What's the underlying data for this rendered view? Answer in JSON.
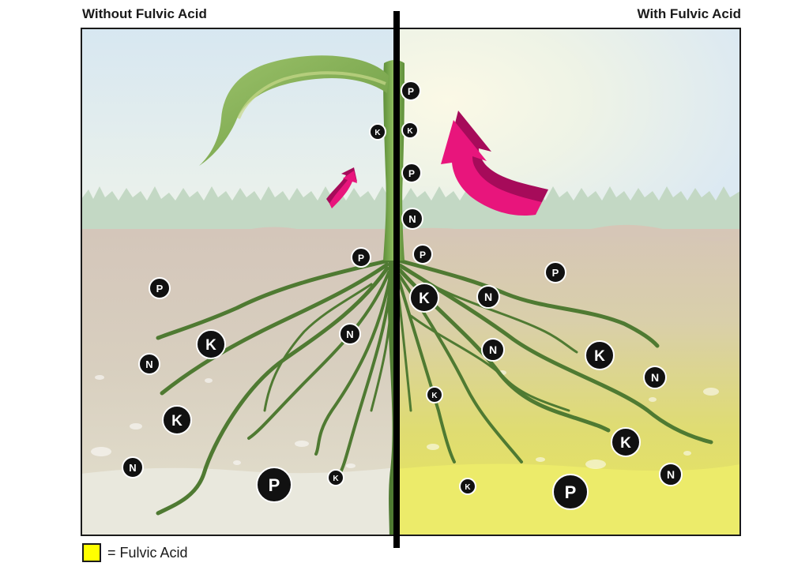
{
  "headings": {
    "left": "Without Fulvic Acid",
    "right": "With Fulvic Acid"
  },
  "legend": {
    "label": "= Fulvic Acid",
    "color": "#ffff00"
  },
  "colors": {
    "sky": "#dfecf3",
    "grass": "#c3d8c4",
    "soil": "#d6c9bd",
    "fulvic_soil": "#e7e65f",
    "root": "#4f7a32",
    "leaf": "#8eb25a",
    "arrow": "#e8157c",
    "arrow_dark": "#a60b5a",
    "nutrient": "#111111"
  },
  "nutrients": {
    "phosphorus": "P",
    "potassium": "K",
    "nitrogen": "N"
  }
}
